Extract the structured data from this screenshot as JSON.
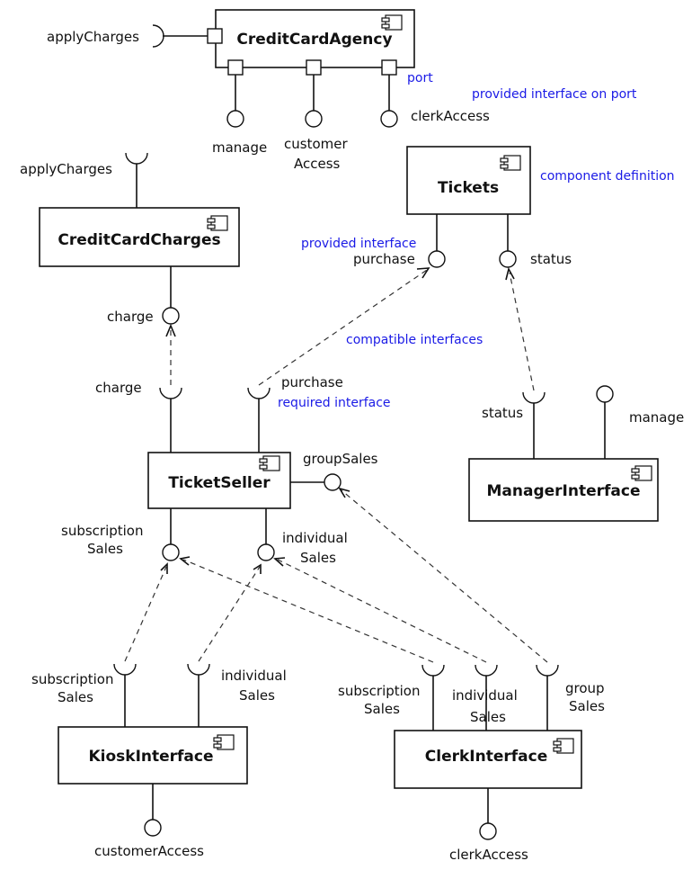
{
  "components": {
    "credit_card_agency": "CreditCardAgency",
    "tickets": "Tickets",
    "credit_card_charges": "CreditCardCharges",
    "ticket_seller": "TicketSeller",
    "manager_interface": "ManagerInterface",
    "kiosk_interface": "KioskInterface",
    "clerk_interface": "ClerkInterface"
  },
  "labels": {
    "agency_apply_charges": "applyCharges",
    "agency_manage": "manage",
    "agency_customer": "customer",
    "agency_access": "Access",
    "agency_clerk_access": "clerkAccess",
    "charges_apply_charges": "applyCharges",
    "charges_charge": "charge",
    "seller_charge": "charge",
    "seller_purchase": "purchase",
    "seller_group_sales": "groupSales",
    "seller_subscription": "subscription",
    "seller_subscription_sales": "Sales",
    "seller_individual": "individual",
    "seller_individual_sales": "Sales",
    "tickets_purchase": "purchase",
    "tickets_status": "status",
    "manager_status": "status",
    "manager_manage": "manage",
    "kiosk_subscription": "subscription",
    "kiosk_subscription_sales": "Sales",
    "kiosk_individual": "individual",
    "kiosk_individual_sales": "Sales",
    "kiosk_customer_access": "customerAccess",
    "clerk_subscription": "subscription",
    "clerk_subscription_sales": "Sales",
    "clerk_individual": "individual",
    "clerk_individual_sales": "Sales",
    "clerk_group": "group",
    "clerk_group_sales": "Sales",
    "clerk_clerk_access": "clerkAccess"
  },
  "annotations": {
    "port": "port",
    "provided_interface_on_port": "provided interface on port",
    "component_definition": "component definition",
    "provided_interface": "provided interface",
    "compatible_interfaces": "compatible interfaces",
    "required_interface": "required interface"
  },
  "colors": {
    "annotation": "#1a1ae6",
    "line": "#111111"
  }
}
